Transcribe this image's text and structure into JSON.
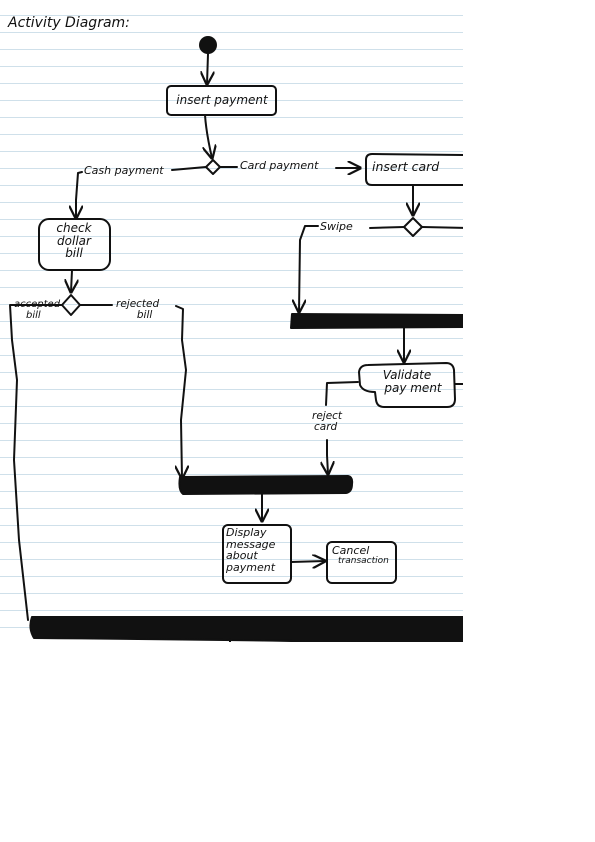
{
  "title": "Activity Diagram:",
  "nodes": {
    "insert_payment": "insert payment",
    "insert_card": "insert card",
    "check_dollar_bill": [
      "check",
      "dollar",
      "bill"
    ],
    "validate_payment": [
      "Validate",
      "pay ment"
    ],
    "display_message": [
      "Display",
      "message",
      "about",
      "payment"
    ],
    "cancel_transaction": [
      "Cancel",
      "transaction"
    ]
  },
  "edge_labels": {
    "cash_payment": "Cash payment",
    "card_payment": "Card payment",
    "swipe": "Swipe",
    "accepted_bill": [
      "accepted",
      "bill"
    ],
    "rejected_bill": [
      "rejected",
      "bill"
    ],
    "reject_card": [
      "reject",
      "card"
    ]
  },
  "colors": {
    "ink": "#111111",
    "ruled_line": "#cfe0ea",
    "paper": "#ffffff"
  }
}
